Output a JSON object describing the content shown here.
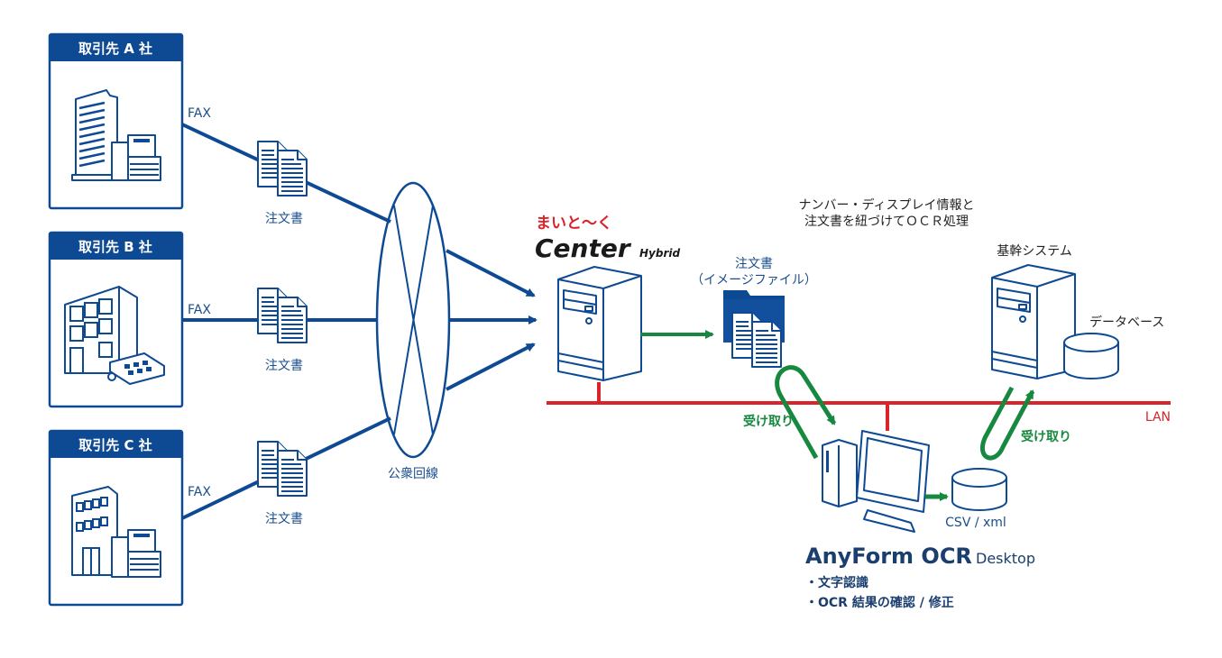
{
  "colors": {
    "primary_blue": "#0d4a93",
    "lan_red": "#d9242b",
    "flow_green": "#17883f",
    "text_dark": "#222222"
  },
  "partners": [
    {
      "header": "取引先 A 社",
      "line_label": "FAX",
      "document_label": "注文書",
      "building_icon": "office-tower-with-copier-icon"
    },
    {
      "header": "取引先 B 社",
      "line_label": "FAX",
      "document_label": "注文書",
      "building_icon": "office-building-with-fax-icon"
    },
    {
      "header": "取引先 C 社",
      "line_label": "FAX",
      "document_label": "注文書",
      "building_icon": "small-building-with-copier-icon"
    }
  ],
  "public_network": {
    "label": "公衆回線"
  },
  "center_server": {
    "logo_text": "まいと～く",
    "product_name": "Center",
    "product_suffix": "Hybrid"
  },
  "note": {
    "line1": "ナンバー・ディスプレイ情報と",
    "line2": "注文書を紐づけてＯＣＲ処理"
  },
  "image_file": {
    "line1": "注文書",
    "line2": "（イメージファイル）"
  },
  "core_system": {
    "label": "基幹システム",
    "database_label": "データベース"
  },
  "lan": {
    "label": "LAN"
  },
  "receive_labels": [
    "受け取り",
    "受け取り"
  ],
  "output": {
    "label": "CSV / xml"
  },
  "ocr_desktop": {
    "product_name": "AnyForm OCR",
    "edition": "Desktop",
    "features": [
      "・文字認識",
      "・OCR 結果の確認 / 修正"
    ]
  }
}
